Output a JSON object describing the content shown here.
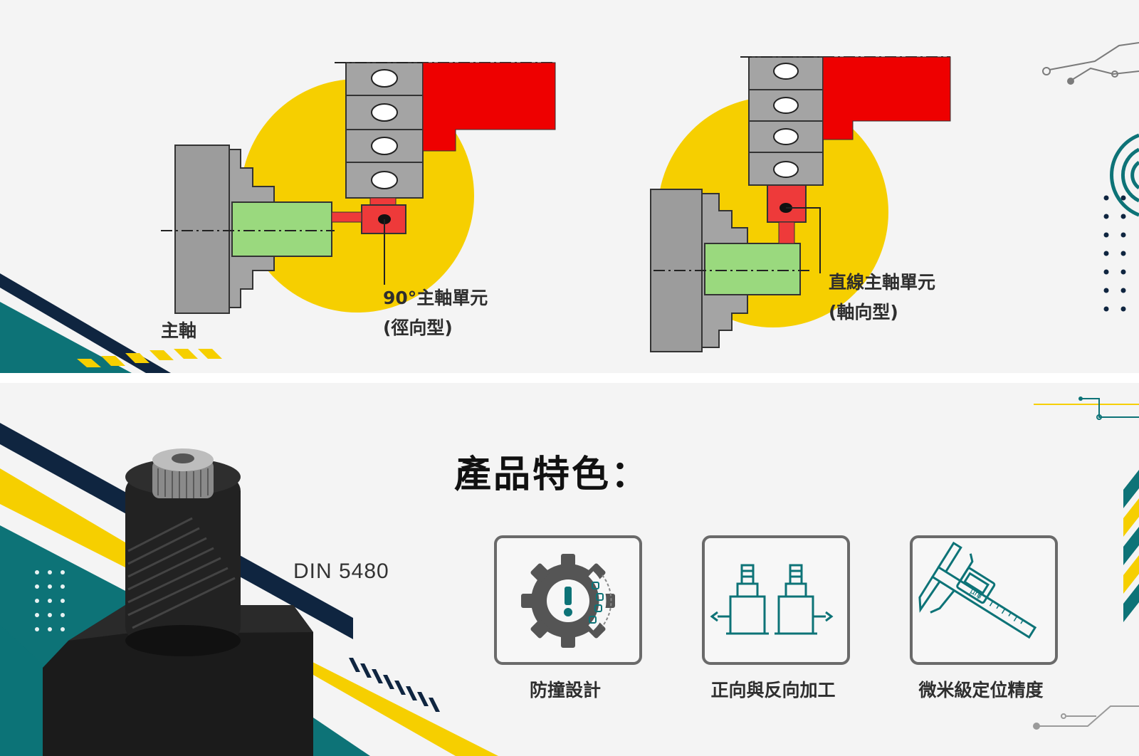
{
  "diagrams": {
    "spindle_label": "主軸",
    "radial_unit": {
      "line1": "90°主軸單元",
      "line2": "(徑向型)"
    },
    "axial_unit": {
      "line1": "直線主軸單元",
      "line2": "(軸向型)"
    }
  },
  "product": {
    "code": "DIN 5480"
  },
  "features": {
    "title": "產品特色：",
    "items": [
      {
        "label": "防撞設計",
        "icon": "gear-alert-icon"
      },
      {
        "label": "正向與反向加工",
        "icon": "tool-holders-icon"
      },
      {
        "label": "微米級定位精度",
        "icon": "caliper-icon"
      }
    ]
  },
  "colors": {
    "yellow": "#f6cf00",
    "red": "#ee0000",
    "green": "#9ad97e",
    "teal": "#0d7377",
    "navy": "#0f2540",
    "gray": "#9c9c9c"
  }
}
